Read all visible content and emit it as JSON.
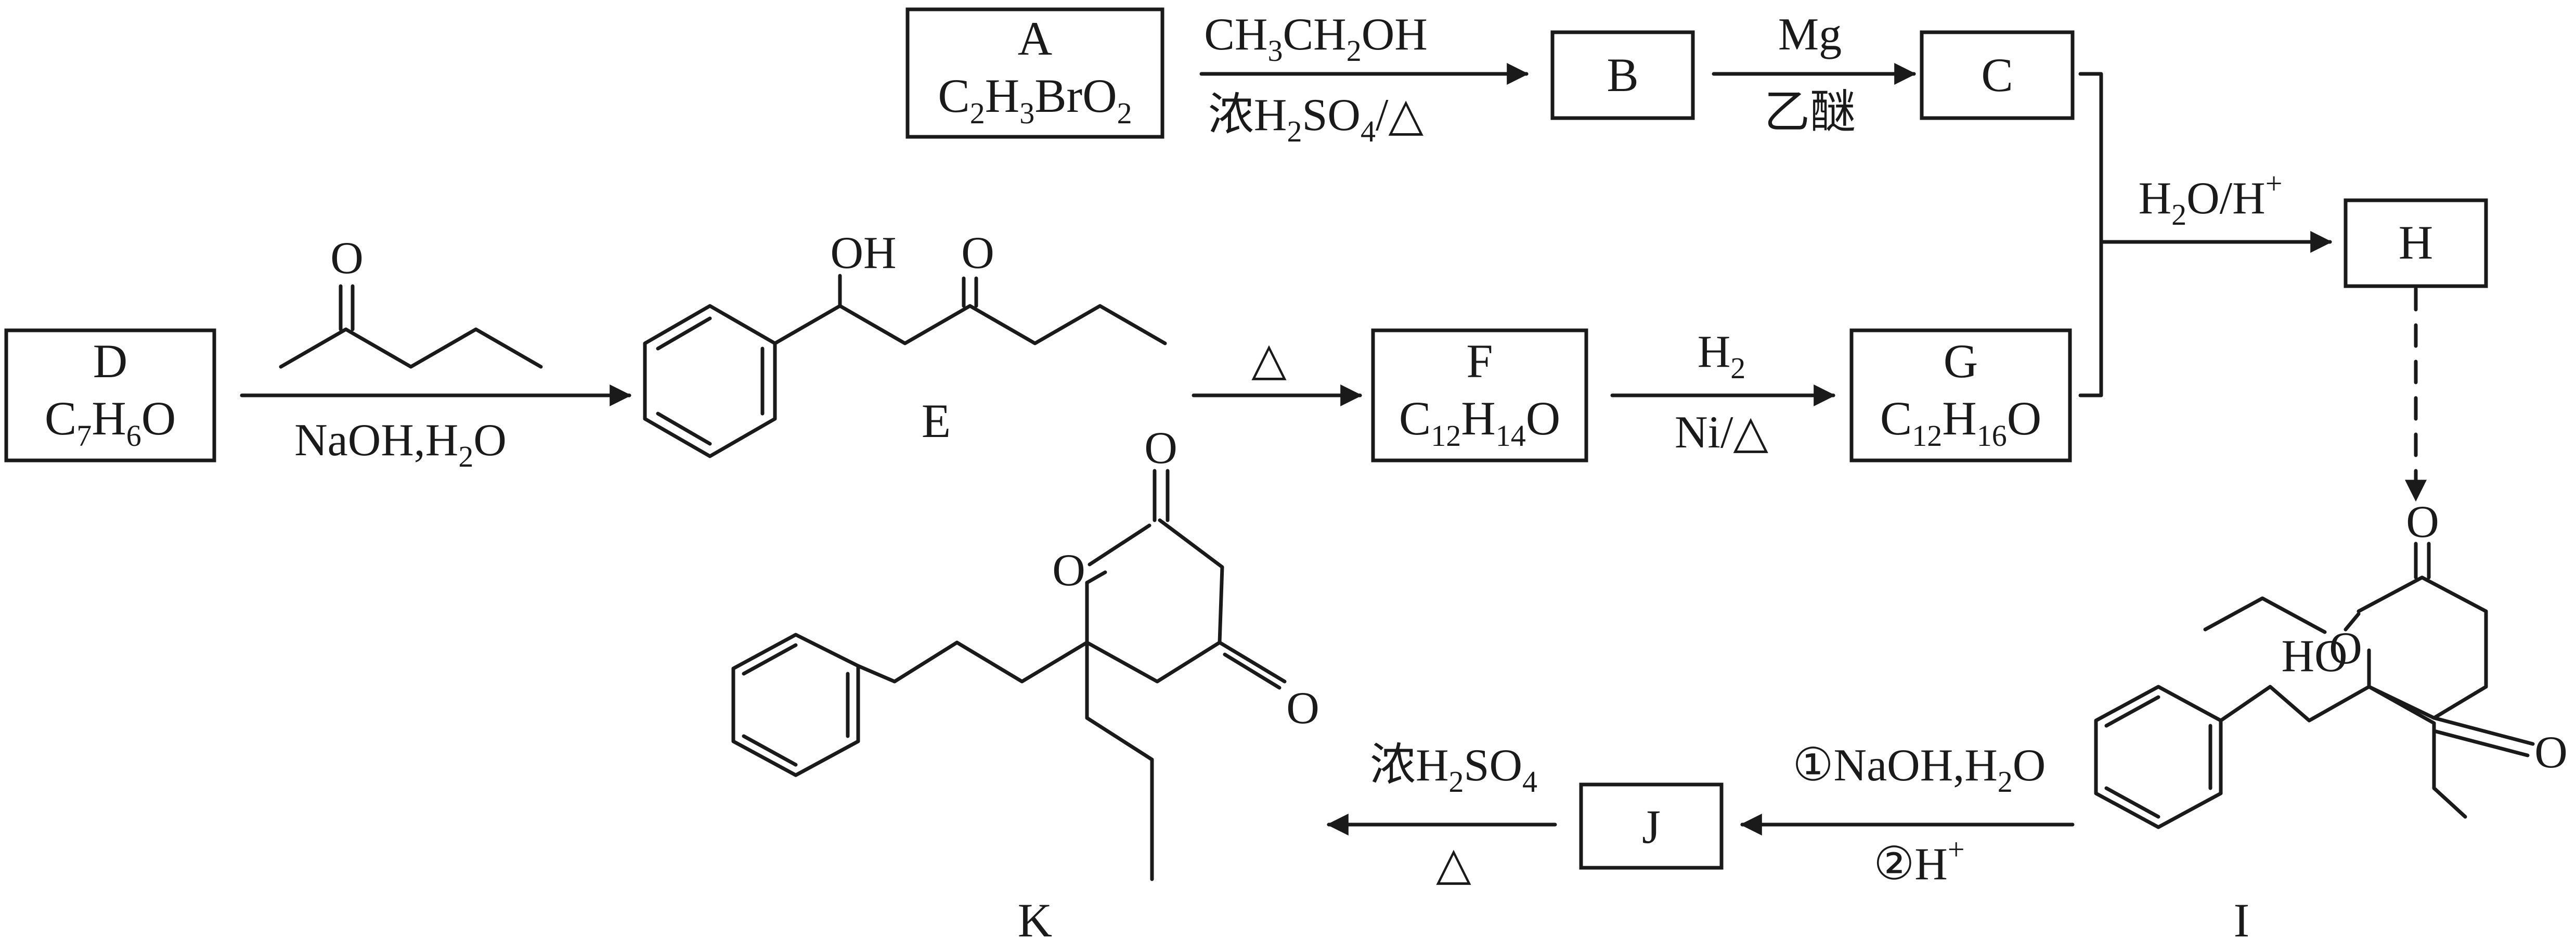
{
  "compounds": {
    "A": {
      "label": "A",
      "formula": "C2H3BrO2"
    },
    "B": {
      "label": "B"
    },
    "C": {
      "label": "C"
    },
    "D": {
      "label": "D",
      "formula": "C7H6O"
    },
    "E": {
      "label": "E"
    },
    "F": {
      "label": "F",
      "formula": "C12H14O"
    },
    "G": {
      "label": "G",
      "formula": "C12H16O"
    },
    "H": {
      "label": "H"
    },
    "I": {
      "label": "I"
    },
    "J": {
      "label": "J"
    },
    "K": {
      "label": "K"
    }
  },
  "reagents": {
    "a_to_b_top": "CH3CH2OH",
    "a_to_b_bottom": "浓H2SO4/△",
    "b_to_c_top": "Mg",
    "b_to_c_bottom": "乙醚",
    "cg_to_h_top": "H2O/H+",
    "d_to_e_bottom": "NaOH,H2O",
    "e_to_f_top": "△",
    "f_to_g_top": "H2",
    "f_to_g_bottom": "Ni/△",
    "i_to_j_top": "①NaOH,H2O",
    "i_to_j_bottom": "②H+",
    "j_to_k_top": "浓H2SO4",
    "j_to_k_bottom": "△"
  },
  "atoms": {
    "O": "O",
    "OH": "OH",
    "HO": "HO"
  },
  "chars": {
    "C": "C",
    "H": "H",
    "Br": "Br",
    "O": "O",
    "S": "S",
    "n2": "2",
    "n3": "3",
    "n4": "4",
    "n6": "6",
    "n7": "7",
    "n12": "12",
    "n14": "14",
    "n16": "16",
    "plus": "+",
    "CH": "CH",
    "OH": "OH",
    "Ni": "Ni/△",
    "Mg": "Mg",
    "conc": "浓",
    "ether": "乙醚",
    "delta": "/△",
    "slash": "/",
    "NaOH": "NaOH,H",
    "c1NaOH": "①NaOH,H",
    "c2": "②H"
  }
}
